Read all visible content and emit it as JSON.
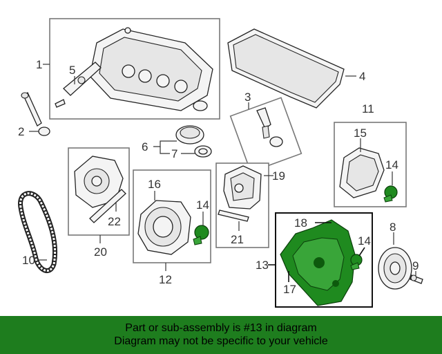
{
  "callouts": {
    "c1": "1",
    "c2": "2",
    "c3": "3",
    "c4": "4",
    "c5": "5",
    "c6": "6",
    "c7": "7",
    "c8": "8",
    "c9": "9",
    "c10": "10",
    "c11": "11",
    "c12": "12",
    "c13": "13",
    "c14a": "14",
    "c14b": "14",
    "c14c": "14",
    "c15": "15",
    "c16": "16",
    "c17": "17",
    "c18": "18",
    "c19": "19",
    "c20": "20",
    "c21": "21",
    "c22": "22"
  },
  "highlight_part": "13",
  "colors": {
    "highlight": "#1f8a1f",
    "banner": "#1e7d1e"
  },
  "banner": {
    "line1": "Part or sub-assembly is #13 in diagram",
    "line2": "Diagram may not be specific to your vehicle"
  }
}
